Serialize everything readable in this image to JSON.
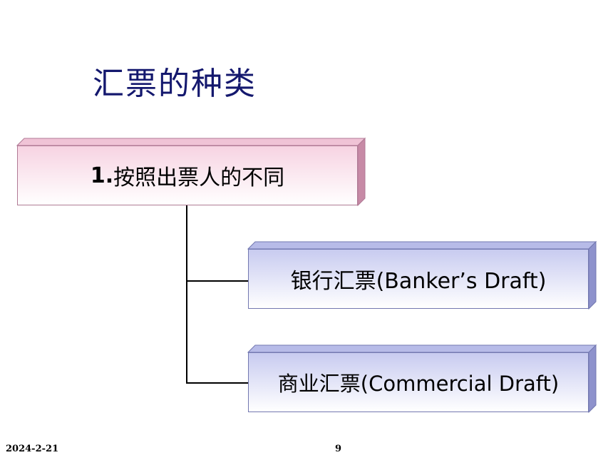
{
  "slide": {
    "title": "汇票的种类",
    "root_node": {
      "number": "1.",
      "label": "按照出票人的不同"
    },
    "children": [
      {
        "label": "银行汇票(Banker’s Draft)"
      },
      {
        "label": "商业汇票(Commercial Draft)"
      }
    ],
    "footer": {
      "date": "2024-2-21",
      "page_number": "9"
    }
  },
  "colors": {
    "title": "#14186e",
    "root_fill_top": "#f7d3e2",
    "child_fill_top": "#c8cbf0",
    "connector": "#000000"
  }
}
